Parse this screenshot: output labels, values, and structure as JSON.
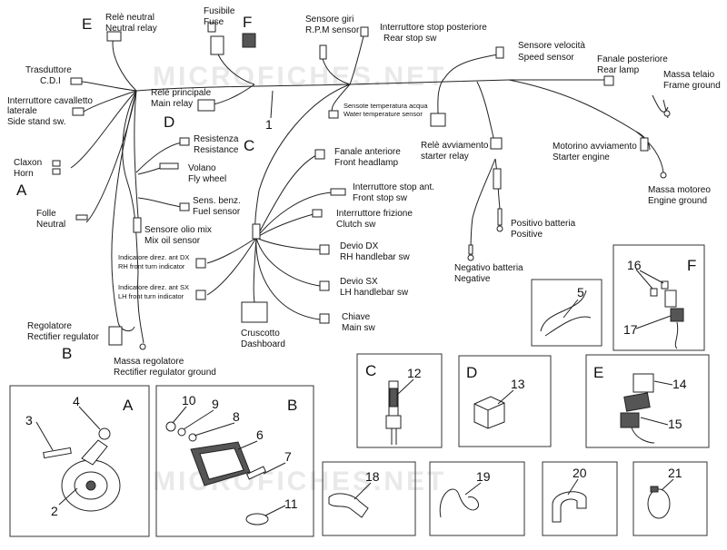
{
  "watermark": "MICROFICHES.NET",
  "labels": {
    "rele_neutral": "Relè neutral",
    "neutral_relay": "Neutral relay",
    "fusibile": "Fusibile",
    "fuse": "Fuse",
    "sensore_giri": "Sensore giri",
    "rpm_sensor": "R.P.M sensor",
    "interruttore_stop_post": "Interruttore stop posteriore",
    "rear_stop_sw": "Rear stop sw",
    "sensore_velocita": "Sensore velocità",
    "speed_sensor": "Speed sensor",
    "fanale_posteriore": "Fanale posteriore",
    "rear_lamp": "Rear lamp",
    "massa_telaio": "Massa telaio",
    "frame_ground": "Frame ground",
    "trasduttore": "Trasduttore",
    "cdi": "C.D.I",
    "interruttore_cavalletto": "Interruttore cavalletto",
    "laterale": "laterale",
    "side_stand_sw": "Side stand sw.",
    "rele_principale": "Relè principale",
    "main_relay": "Main relay",
    "sensote_temp": "Sensote temperatura acqua",
    "water_temp": "Water temperature sensor",
    "rele_avviamento": "Relè avviamento",
    "starter_relay": "starter relay",
    "motorino_avviamento": "Motorino avviamento",
    "starter_engine": "Starter engine",
    "resistenza": "Resistenza",
    "resistance": "Resistance",
    "claxon": "Claxon",
    "horn": "Horn",
    "volano": "Volano",
    "fly_wheel": "Fly wheel",
    "fanale_anteriore": "Fanale anteriore",
    "front_headlamp": "Front headlamp",
    "massa_motoreo": "Massa motoreo",
    "engine_ground": "Engine ground",
    "sens_benz": "Sens. benz.",
    "fuel_sensor": "Fuel sensor",
    "interruttore_stop_ant": "Interruttore stop ant.",
    "front_stop_sw": "Front stop sw",
    "folle": "Folle",
    "neutral": "Neutral",
    "interruttore_frizione": "Interruttore frizione",
    "clutch_sw": "Clutch sw",
    "positivo_batteria": "Positivo batteria",
    "positive": "Positive",
    "sensore_olio": "Sensore olio mix",
    "mix_oil_sensor": "Mix oil sensor",
    "ind_dx": "Indicatore direz. ant DX",
    "rh_front_turn": "RH front turn indicator",
    "devio_dx": "Devio DX",
    "rh_handlebar": "RH handlebar sw",
    "negativo_batteria": "Negativo batteria",
    "negative": "Negative",
    "ind_sx": "Indicatore direz. ant SX",
    "lh_front_turn": "LH front turn indicator",
    "devio_sx": "Devio SX",
    "lh_handlebar": "LH handlebar sw",
    "chiave": "Chiave",
    "main_sw": "Main sw",
    "cruscotto": "Cruscotto",
    "dashboard": "Dashboard",
    "regolatore": "Regolatore",
    "rectifier_regulator": "Rectifier regulator",
    "massa_regolatore": "Massa regolatore",
    "rectifier_ground": "Rectifier regulator ground"
  },
  "letters": {
    "E": "E",
    "F": "F",
    "A": "A",
    "D": "D",
    "C": "C",
    "B": "B"
  },
  "numbers": {
    "n1": "1",
    "n2": "2",
    "n3": "3",
    "n4": "4",
    "n5": "5",
    "n6": "6",
    "n7": "7",
    "n8": "8",
    "n9": "9",
    "n10": "10",
    "n11": "11",
    "n12": "12",
    "n13": "13",
    "n14": "14",
    "n15": "15",
    "n16": "16",
    "n17": "17",
    "n18": "18",
    "n19": "19",
    "n20": "20",
    "n21": "21"
  }
}
